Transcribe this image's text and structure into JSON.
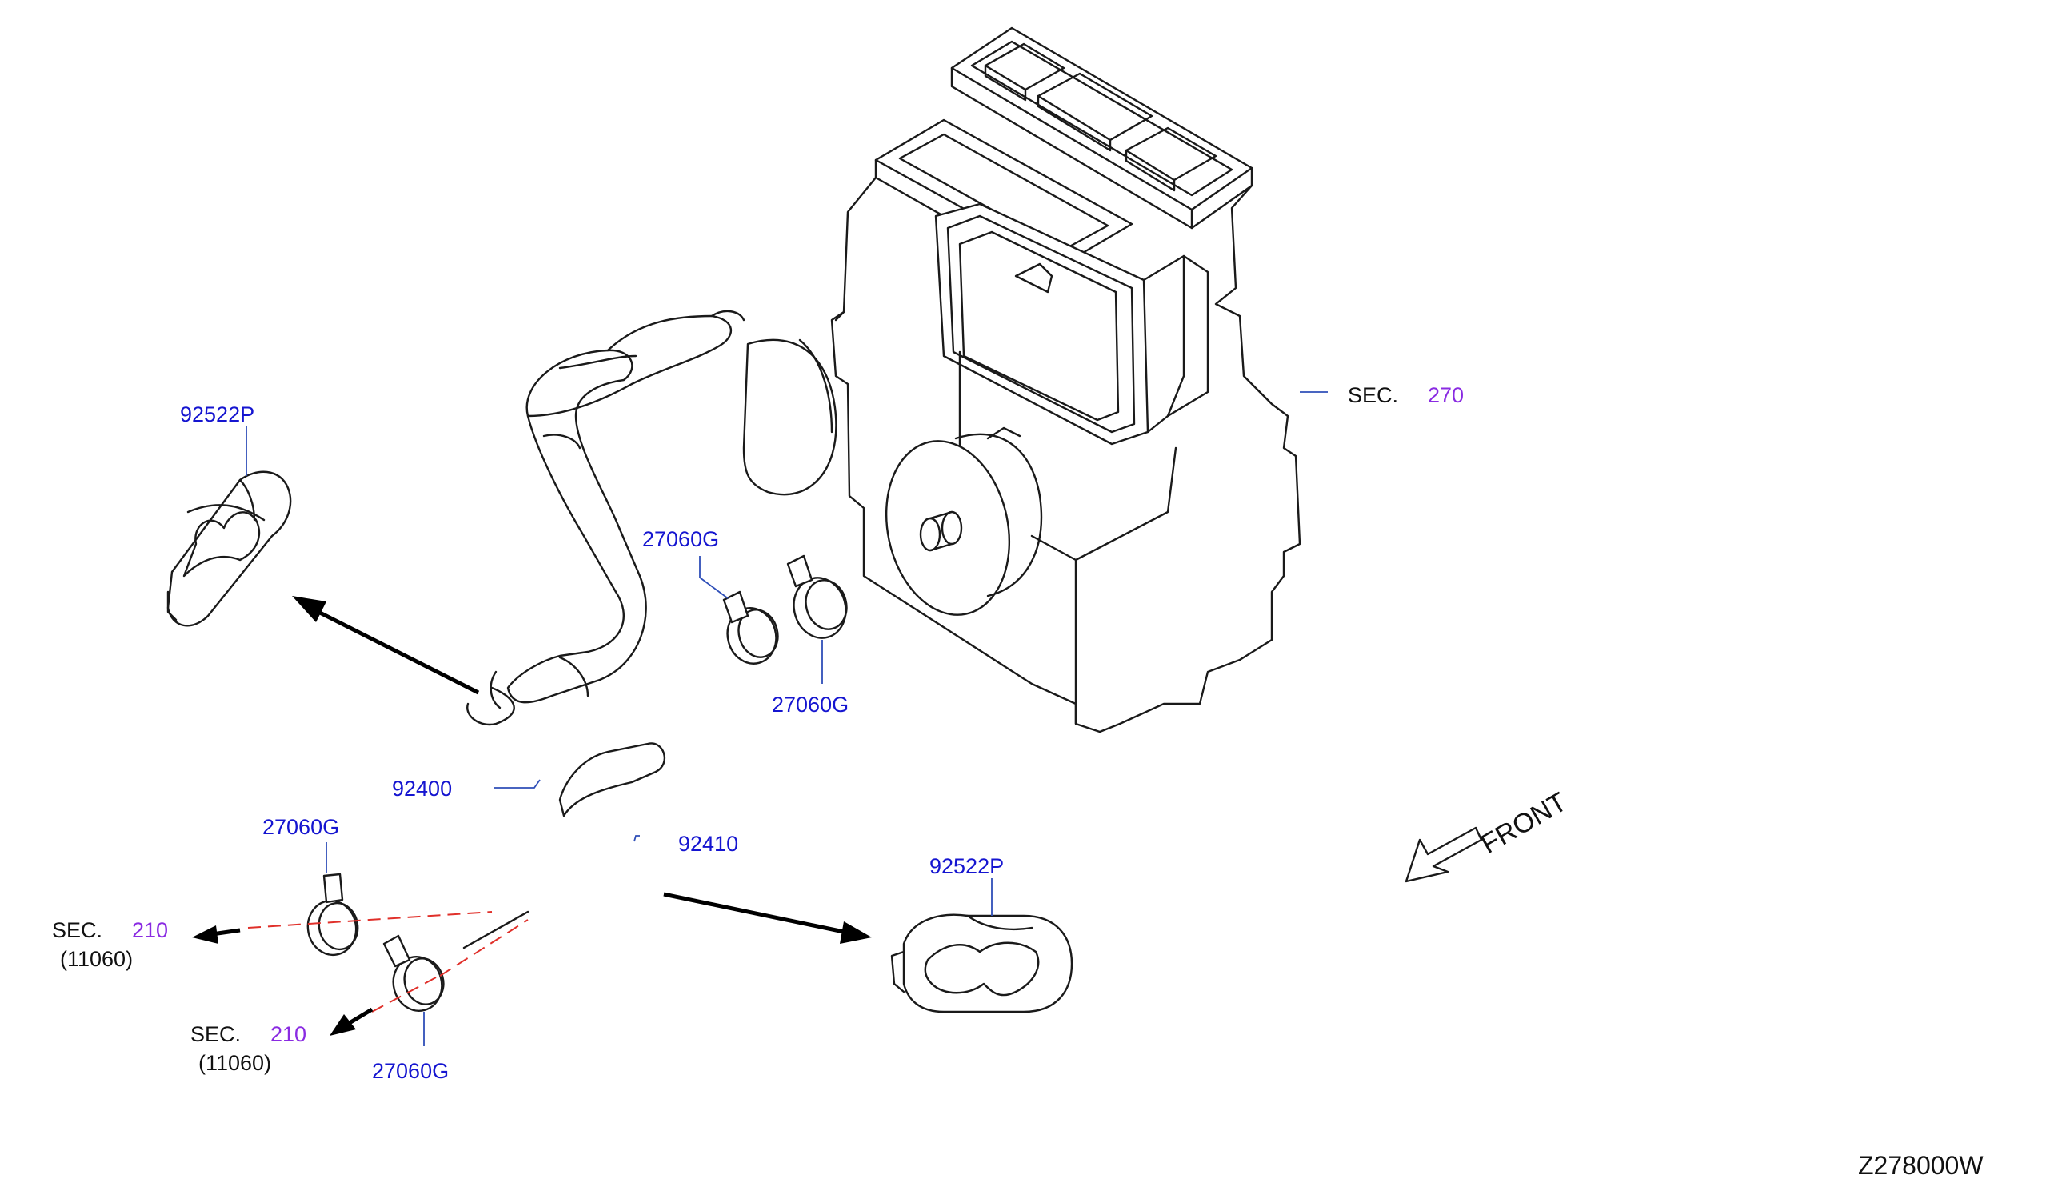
{
  "labels": {
    "clamp_upper_left": "27060G",
    "clamp_upper_right": "27060G",
    "clamp_lower_left": "27060G",
    "clamp_lower_bottom": "27060G",
    "grommet_upper": "92522P",
    "grommet_lower": "92522P",
    "hose_inlet": "92400",
    "hose_outlet": "92410"
  },
  "sec_refs": {
    "heater_unit": {
      "prefix": "SEC.",
      "number": "270"
    },
    "engine_upper": {
      "prefix": "SEC.",
      "number": "210",
      "sub": "(11060)"
    },
    "engine_lower": {
      "prefix": "SEC.",
      "number": "210",
      "sub": "(11060)"
    }
  },
  "front_label": "FRONT",
  "diagram_code": "Z278000W",
  "colors": {
    "part_number": "#1515d0",
    "section_number": "#8a2be2",
    "leader_line": "#2f4fb8",
    "dashed_guide": "#e0302a"
  }
}
